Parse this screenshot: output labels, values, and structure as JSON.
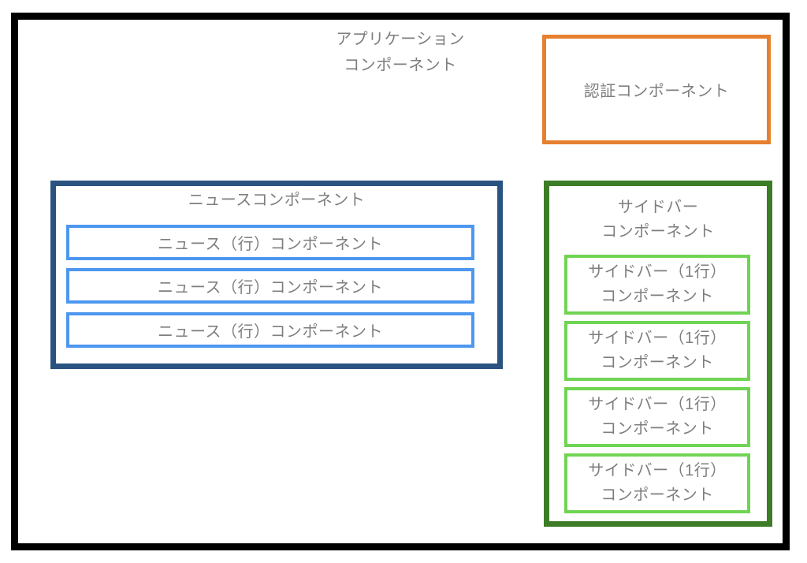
{
  "app": {
    "title_line1": "アプリケーション",
    "title_line2": "コンポーネント"
  },
  "auth": {
    "label": "認証コンポーネント"
  },
  "news": {
    "title": "ニュースコンポーネント",
    "rows": [
      {
        "label": "ニュース（行）コンポーネント"
      },
      {
        "label": "ニュース（行）コンポーネント"
      },
      {
        "label": "ニュース（行）コンポーネント"
      }
    ]
  },
  "sidebar": {
    "title_line1": "サイドバー",
    "title_line2": "コンポーネント",
    "rows": [
      {
        "line1": "サイドバー（1行）",
        "line2": "コンポーネント"
      },
      {
        "line1": "サイドバー（1行）",
        "line2": "コンポーネント"
      },
      {
        "line1": "サイドバー（1行）",
        "line2": "コンポーネント"
      },
      {
        "line1": "サイドバー（1行）",
        "line2": "コンポーネント"
      }
    ]
  },
  "colors": {
    "outer_border": "#000000",
    "auth_border": "#e6802f",
    "news_border": "#2a5380",
    "news_row_border": "#4d97f0",
    "sidebar_border": "#3e7d27",
    "sidebar_row_border": "#70d453",
    "text": "#7e7e7e",
    "background": "#ffffff"
  }
}
